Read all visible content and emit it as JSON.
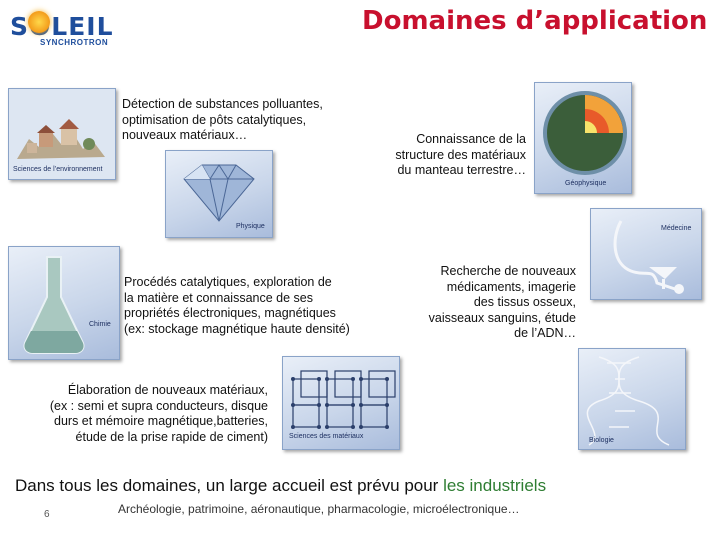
{
  "logo": {
    "word": "SOLEIL",
    "subtitle": "SYNCHROTRON"
  },
  "title": "Domaines d’application",
  "blocks": {
    "environment": [
      "Détection de substances polluantes,",
      "optimisation de pôts catalytiques,",
      "nouveaux matériaux…"
    ],
    "geophysics": [
      "Connaissance de la",
      "structure des matériaux",
      "du manteau terrestre…"
    ],
    "chemistry": [
      "Procédés catalytiques, exploration de",
      "la matière et connaissance de ses",
      "propriétés électroniques, magnétiques",
      "(ex: stockage magnétique haute densité)"
    ],
    "medicine": [
      "Recherche de nouveaux",
      "médicaments, imagerie",
      "des tissus osseux,",
      "vaisseaux sanguins, étude",
      "de l’ADN…"
    ],
    "materials": [
      "Élaboration de nouveaux matériaux,",
      "(ex : semi et supra conducteurs, disque",
      "durs et mémoire magnétique,batteries,",
      "étude de la prise rapide de ciment)"
    ]
  },
  "tiles": {
    "environment": "Sciences de l’environnement",
    "physics": "Physique",
    "geophysics": "Géophysique",
    "medicine": "Médecine",
    "chemistry": "Chimie",
    "materials": "Sciences des matériaux",
    "biology": "Biologie"
  },
  "bottom": {
    "main": "Dans tous les domaines, un large accueil est prévu pour ",
    "highlight": "les industriels"
  },
  "page_number": "6",
  "footer": "Archéologie, patrimoine, aéronautique, pharmacologie, microélectronique…",
  "colors": {
    "title": "#c8102e",
    "highlight": "#2e7d32",
    "logo": "#1f4e9c"
  }
}
